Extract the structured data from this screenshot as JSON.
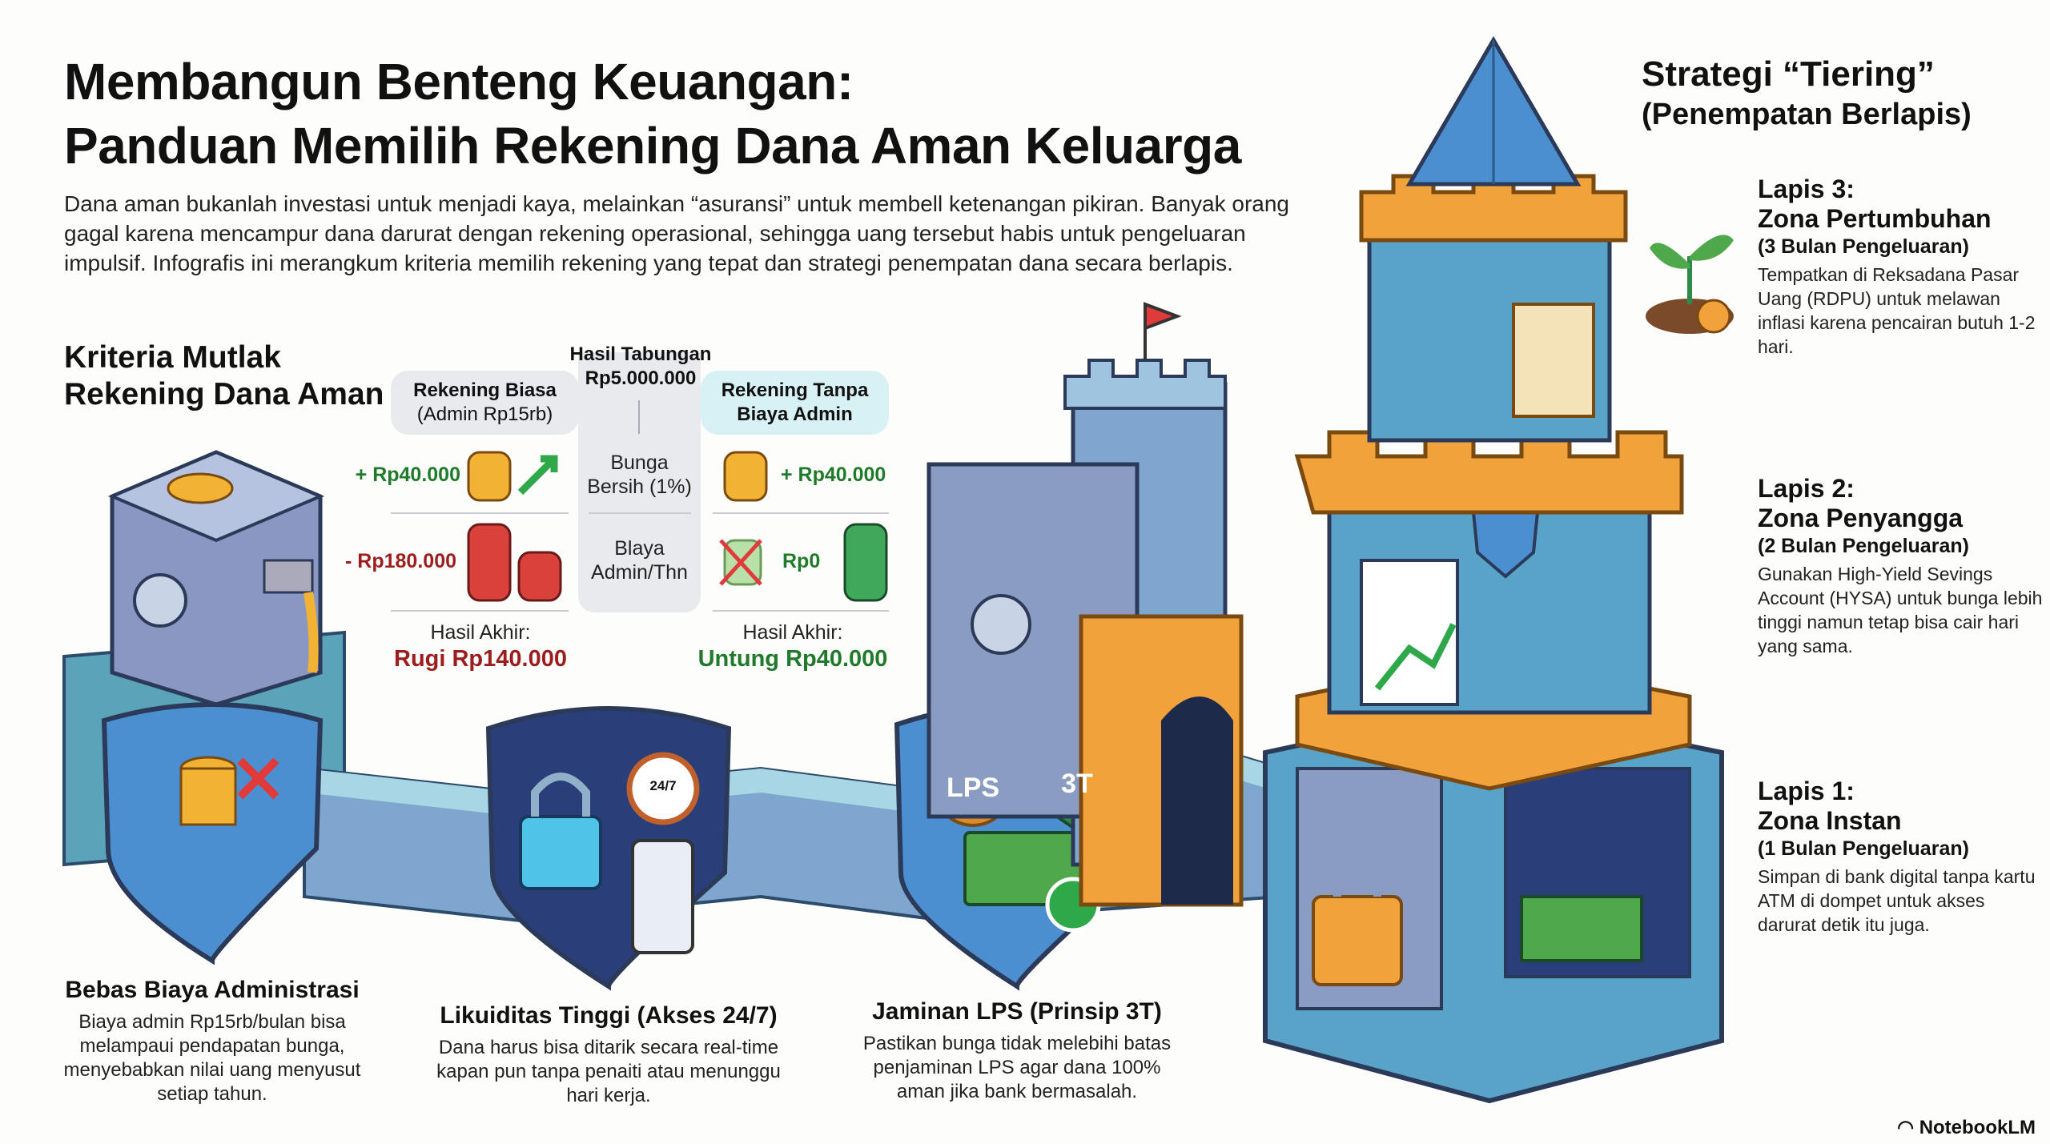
{
  "header": {
    "title_line1": "Membangun Benteng Keuangan:",
    "title_line2": "Panduan Memilih Rekening Dana Aman Keluarga",
    "intro": "Dana aman bukanlah investasi untuk menjadi kaya, melainkan “asuransi” untuk membell ketenangan pikiran. Banyak orang gagal karena mencampur dana darurat dengan rekening operasional, sehingga uang tersebut habis untuk pengeluaran impulsif. Infografis ini merangkum kriteria memilih rekening yang tepat dan strategi penempatan dana secara berlapis."
  },
  "criteria_heading": {
    "line1": "Kriteria Mutlak",
    "line2": "Rekening Dana Aman"
  },
  "comparison": {
    "middle_title": "Hasil Tabungan",
    "middle_amount": "Rp5.000.000",
    "left_header": {
      "line1": "Rekening Biasa",
      "line2": "(Admin Rp15rb)"
    },
    "right_header": {
      "line1": "Rekening Tanpa",
      "line2": "Biaya Admin"
    },
    "rows": [
      {
        "label_line1": "Bunga",
        "label_line2": "Bersih (1%)",
        "left": "+ Rp40.000",
        "right": "+ Rp40.000"
      },
      {
        "label_line1": "Blaya",
        "label_line2": "Admin/Thn",
        "left": "- Rp180.000",
        "right": "Rp0"
      }
    ],
    "result_label": "Hasil Akhir:",
    "left_result": "Rugi Rp140.000",
    "right_result": "Untung Rp40.000"
  },
  "criteria": [
    {
      "title": "Bebas Biaya Administrasi",
      "text": "Biaya admin Rp15rb/bulan bisa melampaui pendapatan bunga, menyebabkan nilai uang menyusut setiap tahun."
    },
    {
      "title": "Likuiditas Tinggi (Akses 24/7)",
      "text": "Dana harus bisa ditarik secara real-time kapan pun tanpa penaiti atau menunggu hari kerja."
    },
    {
      "title": "Jaminan LPS (Prinsip 3T)",
      "text": "Pastikan bunga tidak melebihi batas penjaminan LPS agar dana 100% aman jika bank bermasalah."
    }
  ],
  "icon_labels": {
    "clock": "24/7",
    "lps": "LPS",
    "three_t": "3T"
  },
  "strategy": {
    "title_line1": "Strategi “Tiering”",
    "title_line2": "(Penempatan Berlapis)",
    "layers": [
      {
        "name": "Lapis 3:",
        "zone": "Zona Pertumbuhan",
        "months": "(3 Bulan Pengeluaran)",
        "text": "Tempatkan di Reksadana Pasar Uang (RDPU) untuk melawan inflasi karena pencairan butuh 1-2 hari."
      },
      {
        "name": "Lapis 2:",
        "zone": "Zona Penyangga",
        "months": "(2 Bulan Pengeluaran)",
        "text": "Gunakan High-Yield Sevings Account (HYSA) untuk bunga lebih tinggi namun tetap bisa cair hari yang sama."
      },
      {
        "name": "Lapis 1:",
        "zone": "Zona Instan",
        "months": "(1 Bulan Pengeluaran)",
        "text": "Simpan di bank digital tanpa kartu ATM di dompet untuk akses darurat detik itu juga."
      }
    ]
  },
  "watermark": "NotebookLM",
  "colors": {
    "green": "#1f7a2a",
    "red": "#9c1d1d",
    "gold": "#f2b234",
    "blue": "#3f86c4",
    "orange": "#f08a2c"
  }
}
